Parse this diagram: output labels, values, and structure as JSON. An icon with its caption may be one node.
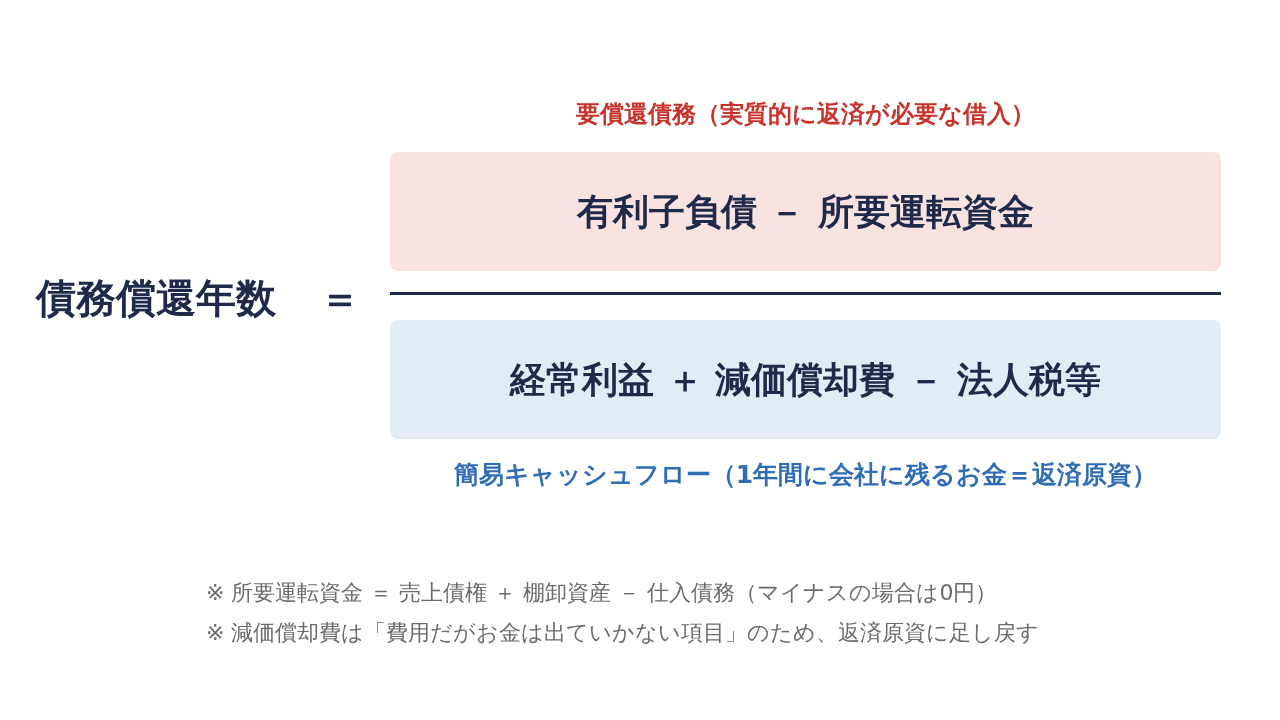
{
  "diagram": {
    "nodes": [
      {
        "text": [
          "有利子負債 － 所要運転資金"
        ],
        "beside": [
          "要償還債務（実質的に返済が必要な借入）"
        ]
      },
      {
        "text": [
          "経常利益 ＋ 減価償却費 － 法人税等"
        ],
        "beside": [
          "簡易キャッシュフロー（1年間に会社に残るお金＝返済原資）"
        ]
      }
    ],
    "edges": [],
    "labels": [
      "債務償還年数",
      "＝",
      "※ 所要運転資金 ＝ 売上債権 ＋ 棚卸資産 － 仕入債務（マイナスの場合は0円）",
      "※ 減価償却費は「費用だがお金は出ていかない項目」のため、返済原資に足し戻す"
    ]
  }
}
